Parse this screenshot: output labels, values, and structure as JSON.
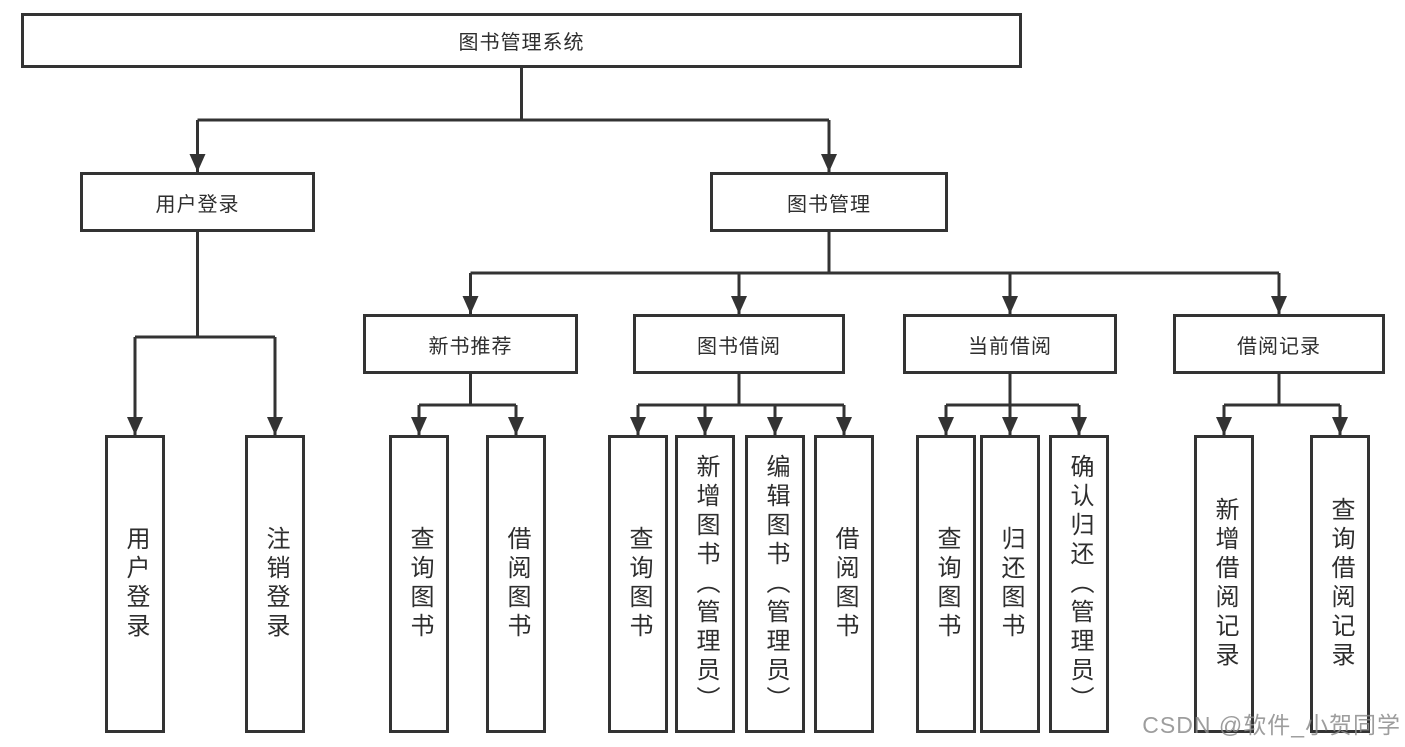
{
  "tree": {
    "root": "图书管理系统",
    "user_login": {
      "label": "用户登录",
      "children": [
        "用户登录",
        "注销登录"
      ]
    },
    "book_mgmt": {
      "label": "图书管理",
      "sections": [
        {
          "label": "新书推荐",
          "children": [
            "查询图书",
            "借阅图书"
          ]
        },
        {
          "label": "图书借阅",
          "children": [
            "查询图书",
            "新增图书（管理员）",
            "编辑图书（管理员）",
            "借阅图书"
          ]
        },
        {
          "label": "当前借阅",
          "children": [
            "查询图书",
            "归还图书",
            "确认归还（管理员）"
          ]
        },
        {
          "label": "借阅记录",
          "children": [
            "新增借阅记录",
            "查询借阅记录"
          ]
        }
      ]
    }
  },
  "watermark": "CSDN @软件_小贺同学",
  "colors": {
    "line": "#333333",
    "box_border": "#333333",
    "text": "#2e2e2e",
    "background": "#ffffff",
    "watermark": "#8c8c8c"
  }
}
